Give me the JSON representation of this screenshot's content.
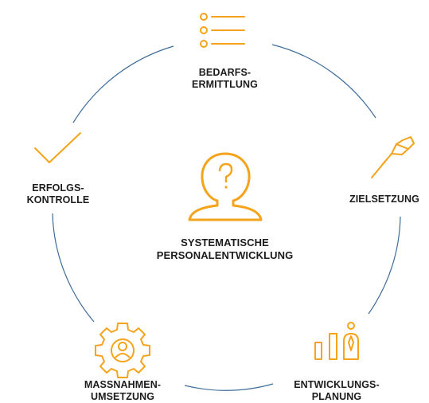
{
  "colors": {
    "accent": "#f5a31a",
    "arc": "#3d6d99",
    "text": "#1c1c1c"
  },
  "center": {
    "icon": "person-question-icon",
    "lines": [
      "SYSTEMATISCHE",
      "PERSONALENTWICKLUNG"
    ]
  },
  "steps": [
    {
      "icon": "list-icon",
      "lines": [
        "BEDARFS-",
        "ERMITTLUNG"
      ]
    },
    {
      "icon": "dart-icon",
      "lines": [
        "ZIELSETZUNG"
      ]
    },
    {
      "icon": "career-icon",
      "lines": [
        "ENTWICKLUNGS-",
        "PLANUNG"
      ]
    },
    {
      "icon": "gear-user-icon",
      "lines": [
        "MASSNAHMEN-",
        "UMSETZUNG"
      ]
    },
    {
      "icon": "check-icon",
      "lines": [
        "ERFOLGS-",
        "KONTROLLE"
      ]
    }
  ]
}
